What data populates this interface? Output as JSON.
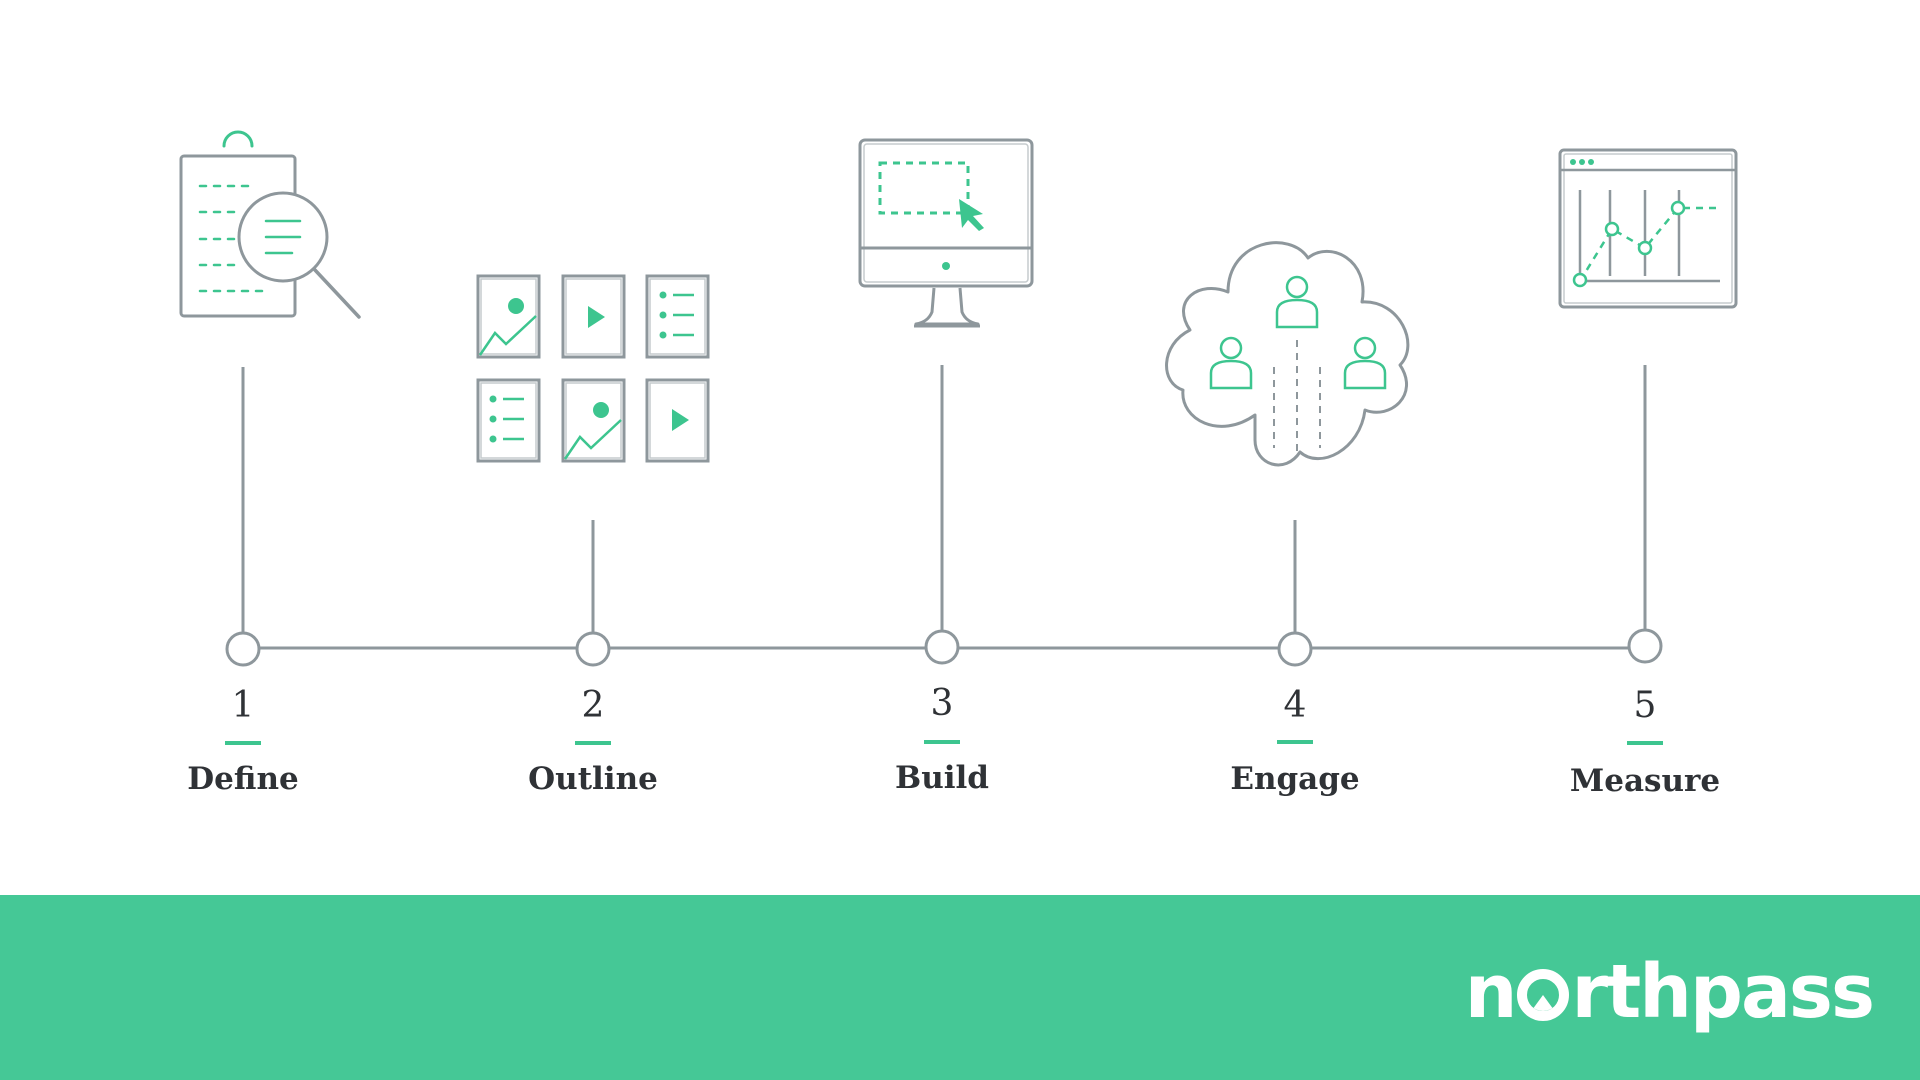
{
  "steps": [
    {
      "number": "1",
      "label": "Define",
      "icon": "document-search-icon"
    },
    {
      "number": "2",
      "label": "Outline",
      "icon": "content-grid-icon"
    },
    {
      "number": "3",
      "label": "Build",
      "icon": "monitor-cursor-icon"
    },
    {
      "number": "4",
      "label": "Engage",
      "icon": "users-cloud-icon"
    },
    {
      "number": "5",
      "label": "Measure",
      "icon": "analytics-chart-icon"
    }
  ],
  "footer": {
    "brand_pre": "n",
    "brand_post": "rthpass"
  },
  "colors": {
    "accent": "#3dc58f",
    "line": "#8e979c",
    "text": "#2f3236",
    "band": "#45c896"
  }
}
